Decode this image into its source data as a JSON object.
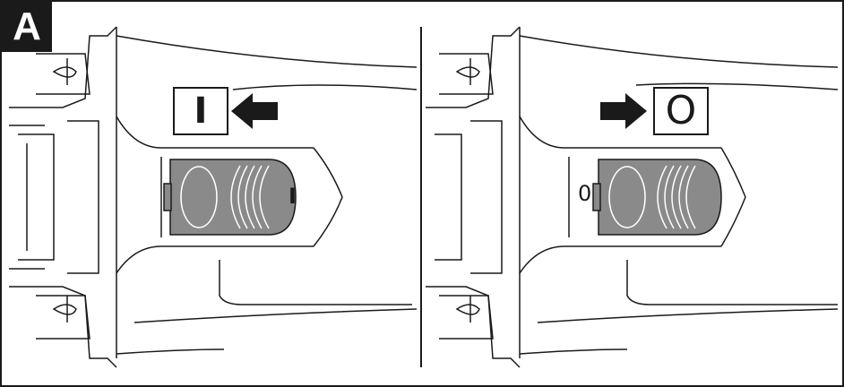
{
  "figure_label": "A",
  "panels": [
    {
      "symbol": "I",
      "arrow": "left",
      "switch_mark": "I"
    },
    {
      "symbol": "O",
      "arrow": "right",
      "switch_mark": "0"
    }
  ],
  "colors": {
    "ink": "#1a1a1a",
    "slider": "#8a8a8a",
    "background": "#ffffff"
  },
  "icons": [
    "arrow-left-icon",
    "arrow-right-icon"
  ]
}
